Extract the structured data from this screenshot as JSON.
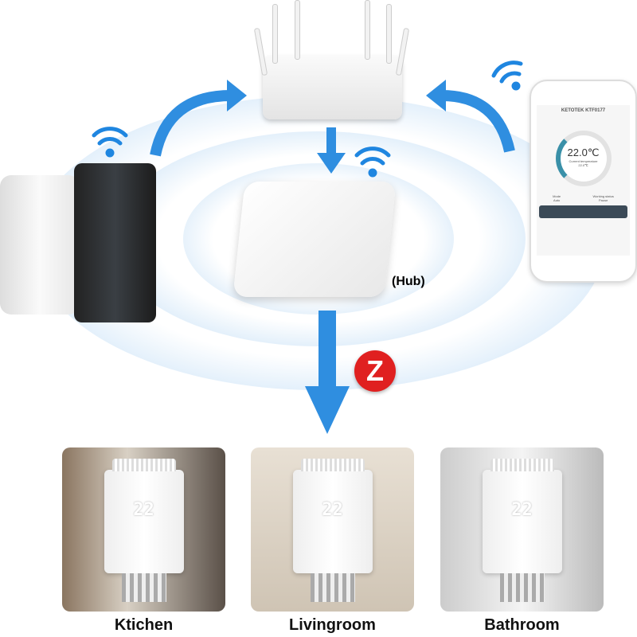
{
  "hub_label": "(Hub)",
  "phone": {
    "title": "KETOTEK KTF0177",
    "temperature": "22.0℃",
    "current_label": "Current temperature",
    "current_value": "22.0℃",
    "mode_label": "Mode",
    "mode_value": "Auto",
    "status_label": "Working status",
    "status_value": "Pause"
  },
  "zigbee_logo": "Z",
  "rooms": [
    {
      "name": "Ktichen",
      "display": "22"
    },
    {
      "name": "Livingroom",
      "display": "22"
    },
    {
      "name": "Bathroom",
      "display": "22"
    }
  ],
  "colors": {
    "arrow": "#2f8ee0",
    "ring": "#d6eaf8",
    "zigbee": "#e02020"
  }
}
